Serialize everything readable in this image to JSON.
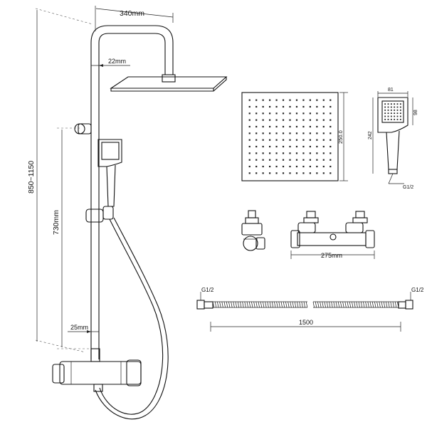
{
  "labels": {
    "arm_length": "340mm",
    "pipe_diameter_top": "22mm",
    "total_height": "850~1150",
    "slide_height": "730mm",
    "pipe_diameter_bottom": "25mm",
    "square_head_size": "250.0",
    "hand_width": "81",
    "hand_head_height": "98",
    "hand_length": "242",
    "hand_thread": "G1/2",
    "valve_width": "275mm",
    "hose_thread_left": "G1/2",
    "hose_thread_right": "G1/2",
    "hose_length": "1500"
  }
}
